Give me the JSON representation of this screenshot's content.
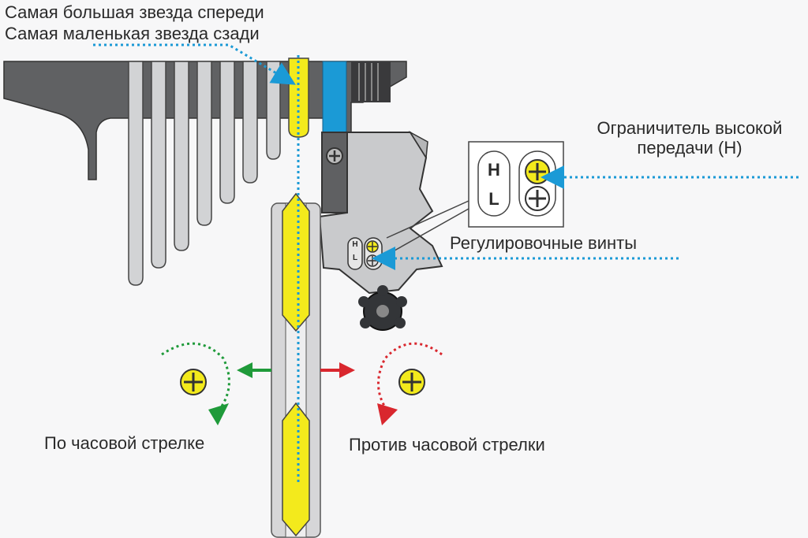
{
  "labels": {
    "top_line1": "Самая большая звезда спереди",
    "top_line2": "Самая маленькая звезда сзади",
    "high_limit": "Ограничитель высокой\nпередачи (H)",
    "adjust_screws": "Регулировочные винты",
    "clockwise": "По часовой стрелке",
    "counter_clockwise": "Против часовой стрелки",
    "screw_h": "H",
    "screw_l": "L"
  },
  "colors": {
    "pointer": "#1b9ad6",
    "highlight": "#f3ea1c",
    "clockwise_arrow": "#1f9a3a",
    "counter_arrow": "#d9272e",
    "metal_dark": "#5f6062",
    "metal_light": "#c9cacc"
  },
  "icons": {
    "screw": "phillips-screw-icon",
    "thumb_nut": "thumb-nut-icon"
  }
}
